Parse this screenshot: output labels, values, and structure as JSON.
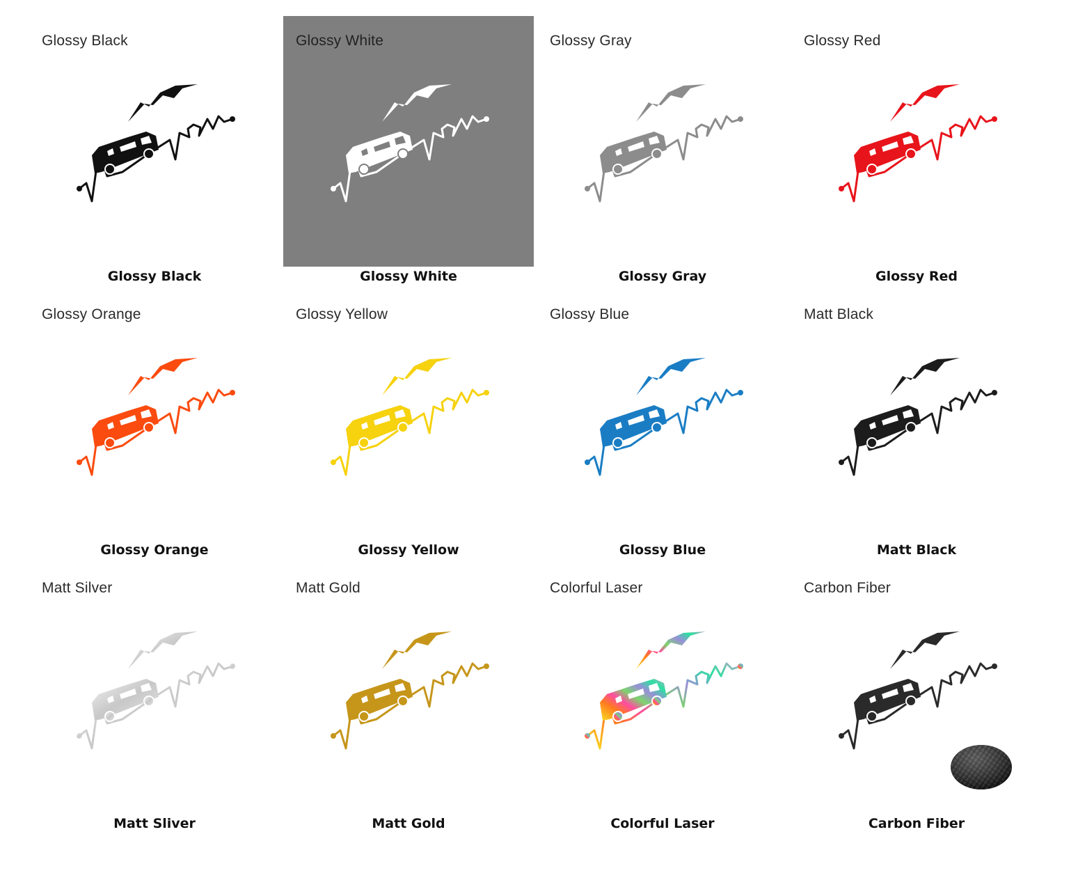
{
  "colors": {
    "background": "#ffffff",
    "white_tile": "#7f7f7f"
  },
  "swatches": [
    {
      "title": "Glossy Black",
      "caption": "Glossy Black",
      "color": "#111111",
      "fill": "solid"
    },
    {
      "title": "Glossy White",
      "caption": "Glossy White",
      "color": "#ffffff",
      "fill": "solid",
      "background": "#7f7f7f"
    },
    {
      "title": "Glossy Gray",
      "caption": "Glossy Gray",
      "color": "#8c8c8c",
      "fill": "solid"
    },
    {
      "title": "Glossy Red",
      "caption": "Glossy Red",
      "color": "#e8141b",
      "fill": "solid"
    },
    {
      "title": "Glossy Orange",
      "caption": "Glossy Orange",
      "color": "#fb4b0e",
      "fill": "solid"
    },
    {
      "title": "Glossy Yellow",
      "caption": "Glossy Yellow",
      "color": "#f6d20f",
      "fill": "solid"
    },
    {
      "title": "Glossy Blue",
      "caption": "Glossy Blue",
      "color": "#1a7dc4",
      "fill": "solid"
    },
    {
      "title": "Matt Black",
      "caption": "Matt Black",
      "color": "#1c1c1c",
      "fill": "solid"
    },
    {
      "title": "Matt Silver",
      "caption": "Matt Sliver",
      "color": "#d4d4d4",
      "fill": "silver"
    },
    {
      "title": "Matt Gold",
      "caption": "Matt Gold",
      "color": "#c6961a",
      "fill": "solid"
    },
    {
      "title": "Colorful Laser",
      "caption": "Colorful Laser",
      "color": "#b0b0c8",
      "fill": "rainbow"
    },
    {
      "title": "Carbon Fiber",
      "caption": "Carbon Fiber",
      "color": "#2a2a2a",
      "fill": "solid",
      "carbon_icon": true
    }
  ]
}
